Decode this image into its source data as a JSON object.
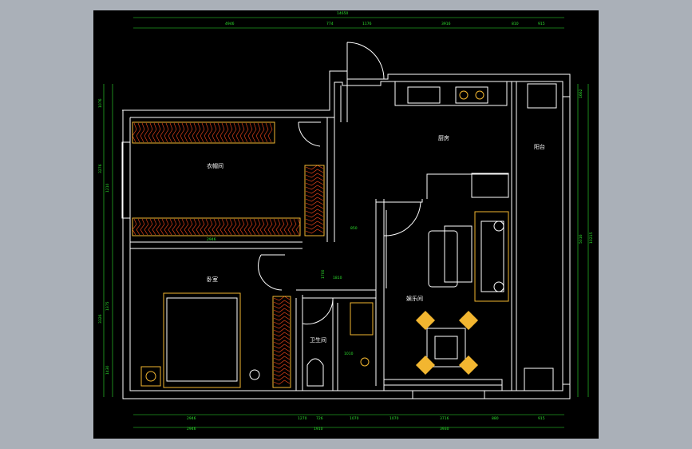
{
  "rooms": {
    "cloakroom": "衣帽间",
    "bedroom": "卧室",
    "kitchen": "厨房",
    "balcony": "阳台",
    "entertainment": "娱乐间",
    "bathroom": "卫生间"
  },
  "dims": {
    "top_total": "14650",
    "top_a": "4946",
    "top_b": "774",
    "top_c": "1176",
    "top_d": "3916",
    "top_e": "810",
    "top_f": "915",
    "bot_a": "2946",
    "bot_b": "1270",
    "bot_c": "726",
    "bot_d": "1070",
    "bot_e": "1070",
    "bot_f": "3716",
    "bot_g": "880",
    "bot_h": "915",
    "bot_total_a": "2946",
    "bot_total_b": "1910",
    "bot_total_c": "3930",
    "left_a": "1076",
    "left_b": "3276",
    "left_c": "1210",
    "left_d": "3326",
    "left_e": "1375",
    "left_f": "1430",
    "right_a": "1662",
    "right_b": "5016",
    "right_c": "10215",
    "inner_a": "850",
    "inner_b": "2946",
    "inner_c": "1810",
    "inner_d": "1010",
    "inner_e": "1700"
  },
  "colors": {
    "wall": "#ffffff",
    "furniture": "#f2b630",
    "dimension": "#2ee62e",
    "hatch": "#ff4a1a",
    "background": "#000000",
    "frame": "#aab0b8"
  }
}
